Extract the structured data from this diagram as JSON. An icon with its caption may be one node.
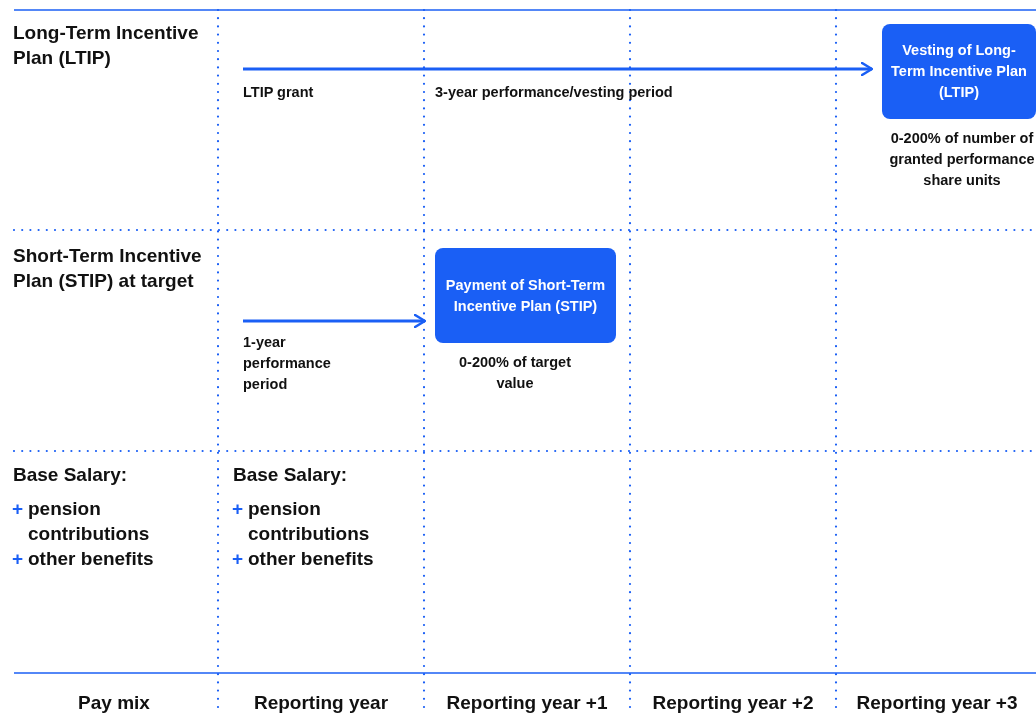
{
  "diagram": {
    "nodes": [
      {
        "text": [
          "Vesting of Long-Term Incentive Plan (LTIP)"
        ],
        "beside": [
          "0-200% of number of granted performance share units"
        ]
      },
      {
        "text": [
          "Payment of Short-Term Incentive Plan (STIP)"
        ],
        "beside": [
          "0-200% of target value"
        ]
      }
    ],
    "edges": [
      {
        "from": null,
        "to": 0,
        "arrow": "to"
      },
      {
        "from": null,
        "to": 1,
        "arrow": "to"
      }
    ],
    "labels": [
      "Long-Term Incentive Plan (LTIP)",
      "LTIP grant",
      "3-year performance/vesting period",
      "Short-Term Incentive Plan (STIP) at target",
      "1-year performance period",
      "Base Salary:",
      "+",
      "pension contributions",
      "+",
      "other benefits",
      "Base Salary:",
      "+",
      "pension contributions",
      "+",
      "other benefits",
      "Pay mix",
      "Reporting year",
      "Reporting year +1",
      "Reporting year +2",
      "Reporting year +3"
    ]
  }
}
